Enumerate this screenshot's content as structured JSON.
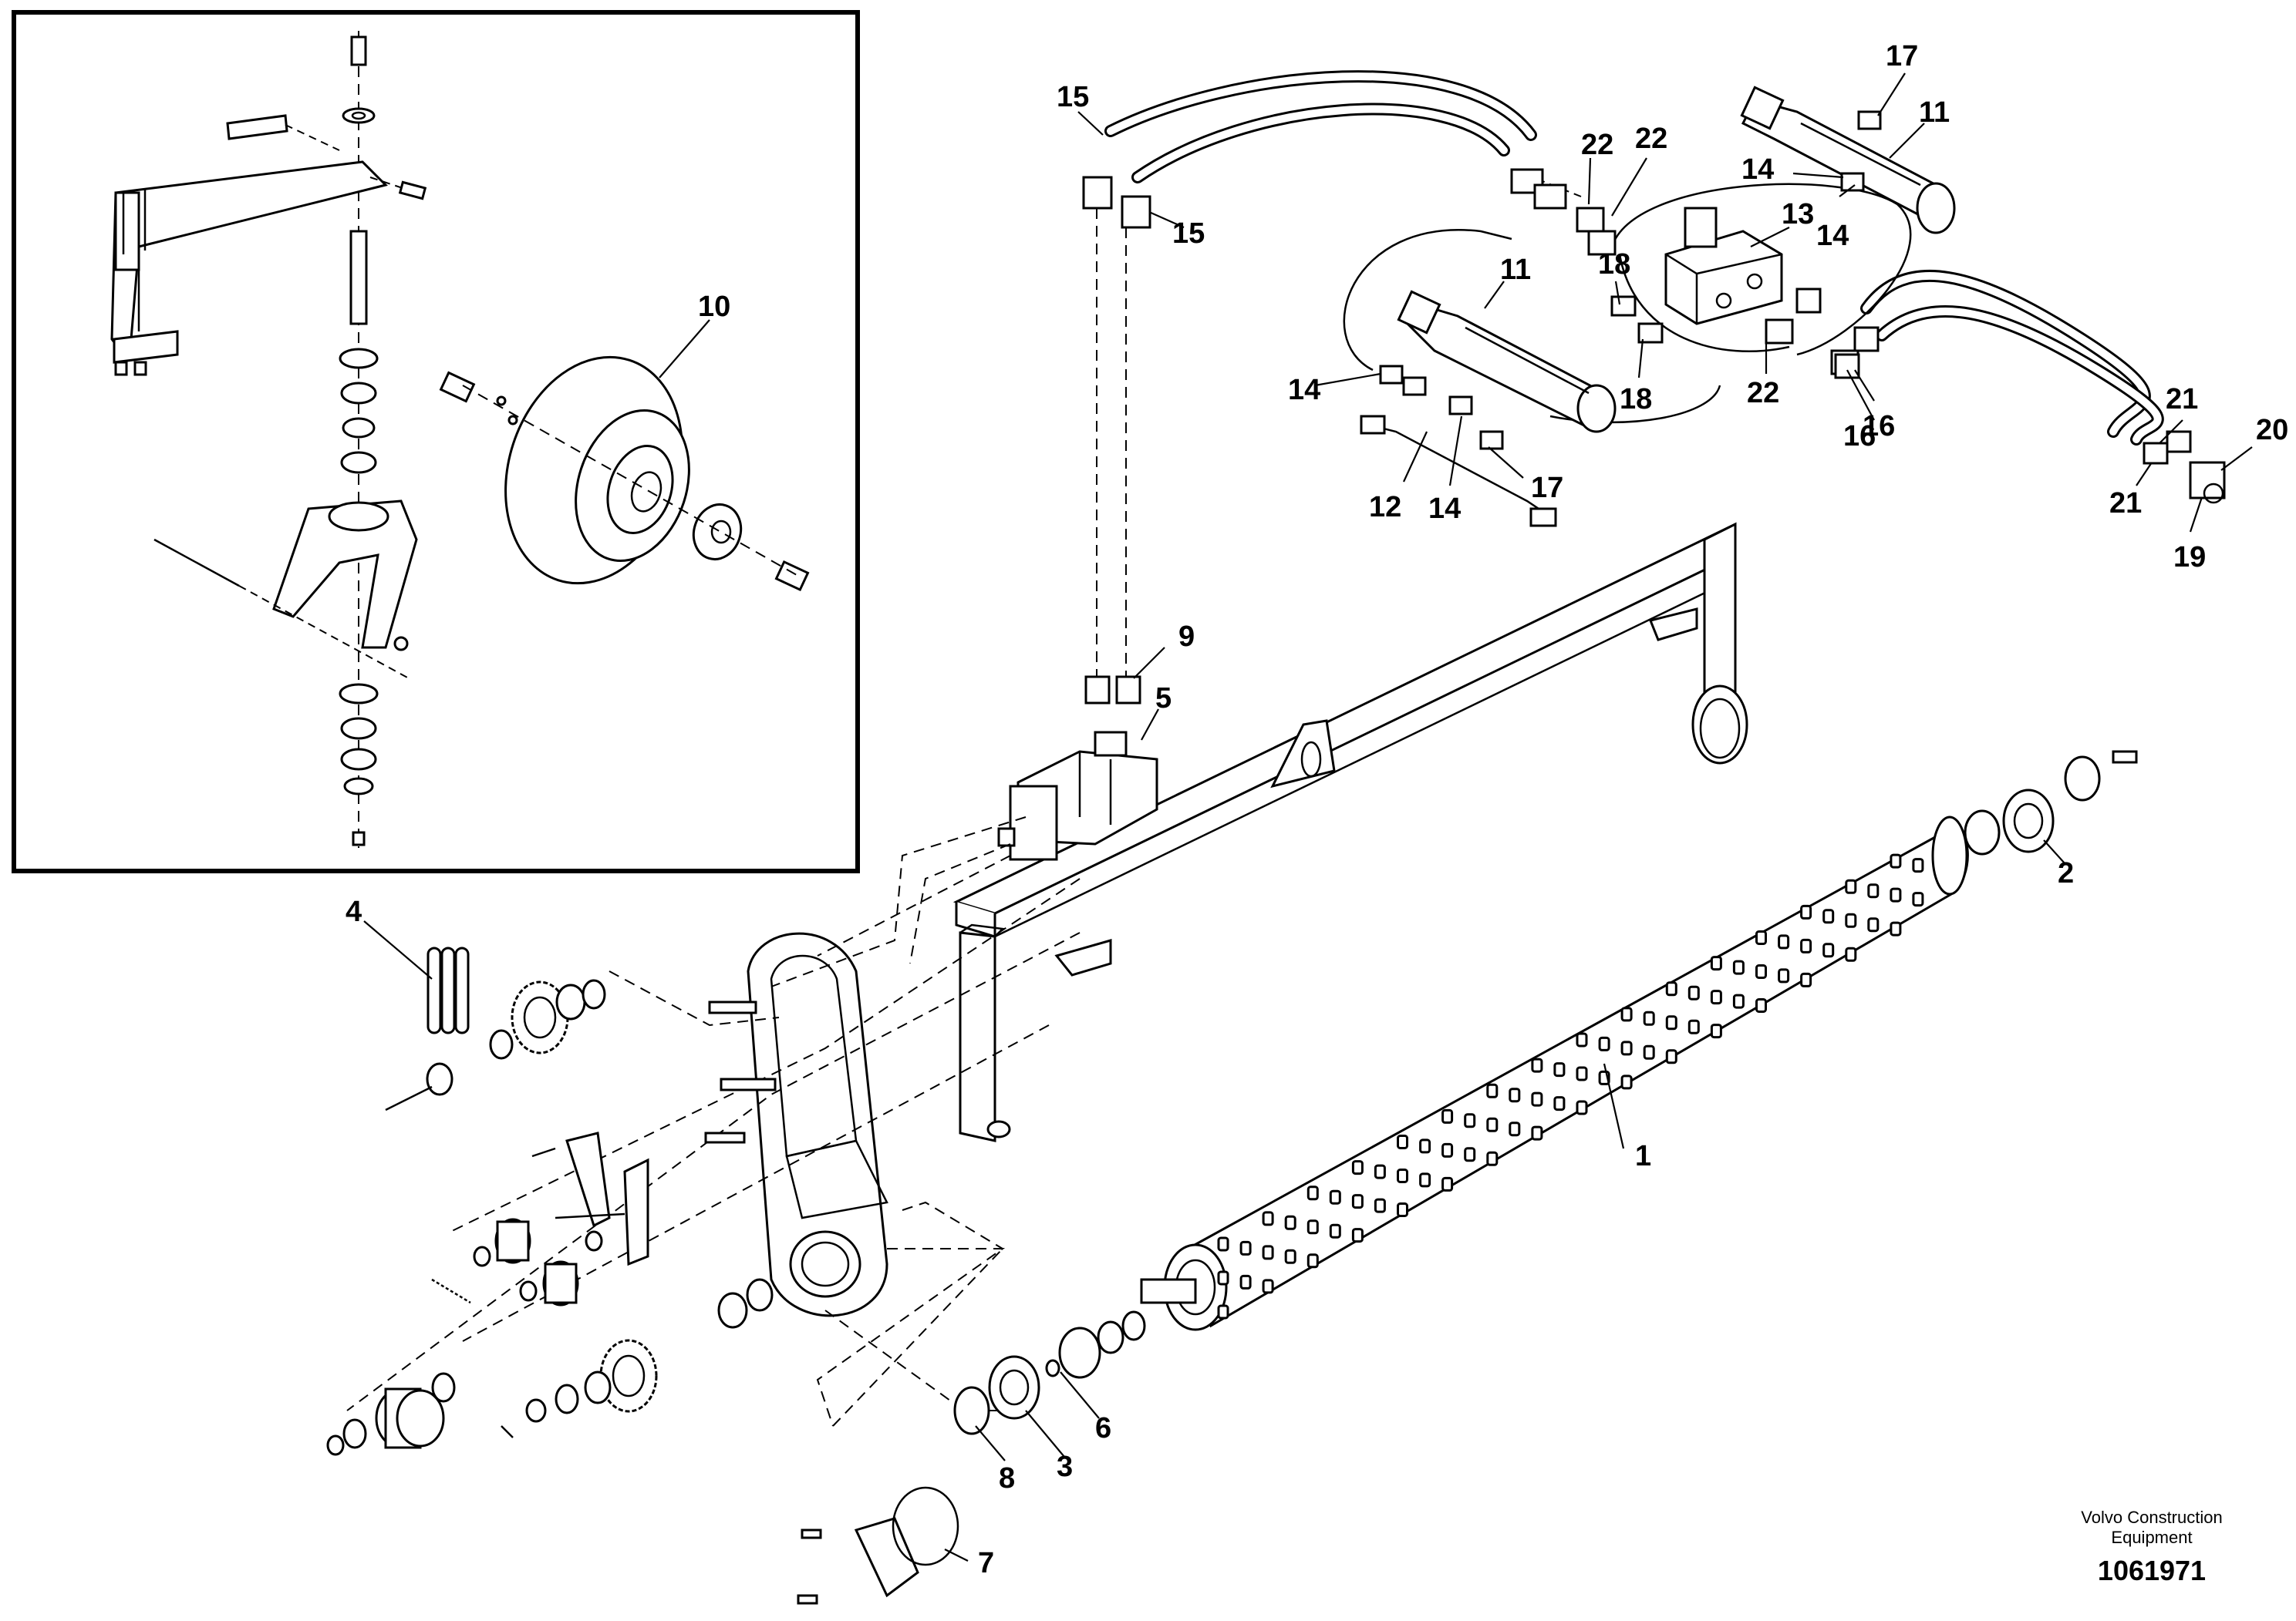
{
  "labels": [
    {
      "id": "1",
      "text": "1"
    },
    {
      "id": "2",
      "text": "2"
    },
    {
      "id": "3",
      "text": "3"
    },
    {
      "id": "4",
      "text": "4"
    },
    {
      "id": "5",
      "text": "5"
    },
    {
      "id": "6",
      "text": "6"
    },
    {
      "id": "7",
      "text": "7"
    },
    {
      "id": "8",
      "text": "8"
    },
    {
      "id": "9",
      "text": "9"
    },
    {
      "id": "10",
      "text": "10"
    },
    {
      "id": "11a",
      "text": "11"
    },
    {
      "id": "11b",
      "text": "11"
    },
    {
      "id": "12",
      "text": "12"
    },
    {
      "id": "13",
      "text": "13"
    },
    {
      "id": "14a",
      "text": "14"
    },
    {
      "id": "14b",
      "text": "14"
    },
    {
      "id": "14c",
      "text": "14"
    },
    {
      "id": "14d",
      "text": "14"
    },
    {
      "id": "15a",
      "text": "15"
    },
    {
      "id": "15b",
      "text": "15"
    },
    {
      "id": "16a",
      "text": "16"
    },
    {
      "id": "16b",
      "text": "16"
    },
    {
      "id": "17a",
      "text": "17"
    },
    {
      "id": "17b",
      "text": "17"
    },
    {
      "id": "18a",
      "text": "18"
    },
    {
      "id": "18b",
      "text": "18"
    },
    {
      "id": "19",
      "text": "19"
    },
    {
      "id": "20",
      "text": "20"
    },
    {
      "id": "21a",
      "text": "21"
    },
    {
      "id": "21b",
      "text": "21"
    },
    {
      "id": "22a",
      "text": "22"
    },
    {
      "id": "22b",
      "text": "22"
    },
    {
      "id": "22c",
      "text": "22"
    }
  ],
  "footer": {
    "company_line1": "Volvo Construction",
    "company_line2": "Equipment",
    "drawing_number": "1061971"
  }
}
